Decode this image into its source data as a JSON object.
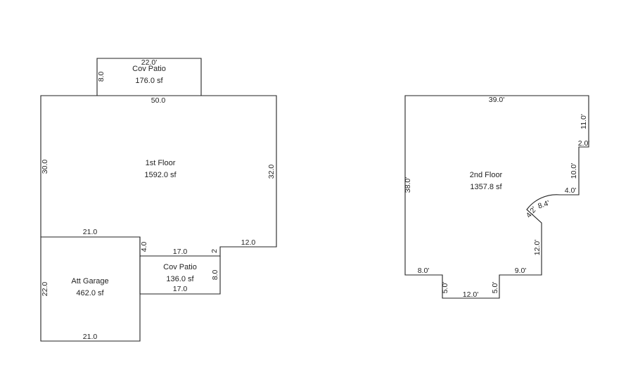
{
  "first_floor_plan": {
    "cov_patio_top": {
      "name": "Cov Patio",
      "area": "176.0 sf",
      "dim_top": "22.0'",
      "dim_left": "8.0"
    },
    "first_floor": {
      "name": "1st Floor",
      "area": "1592.0 sf",
      "dim_top": "50.0",
      "dim_left": "30.0",
      "dim_right": "32.0",
      "dim_step_left": "21.0",
      "dim_step_v": "4.0",
      "dim_inner": "17.0",
      "dim_small": "2",
      "dim_step_right": "12.0"
    },
    "cov_patio_bottom": {
      "name": "Cov Patio",
      "area": "136.0 sf",
      "dim_right": "8.0",
      "dim_bottom": "17.0"
    },
    "att_garage": {
      "name": "Att Garage",
      "area": "462.0 sf",
      "dim_left": "22.0",
      "dim_bottom": "21.0"
    }
  },
  "second_floor_plan": {
    "second_floor": {
      "name": "2nd Floor",
      "area": "1357.8 sf",
      "dim_top": "39.0'",
      "dim_left": "38.0'",
      "dim_right_top": "11.0'",
      "dim_notch": "2.0'",
      "dim_right_mid": "10.0'",
      "dim_step": "4.0'",
      "dim_arc": "8.4'",
      "dim_arc_small": "4.2'",
      "dim_right_low": "12.0'",
      "dim_bottom_left": "8.0'",
      "dim_bottom_right": "9.0'",
      "dim_bay_left": "5.0'",
      "dim_bay_right": "5.0'",
      "dim_bay_bottom": "12.0'"
    }
  }
}
